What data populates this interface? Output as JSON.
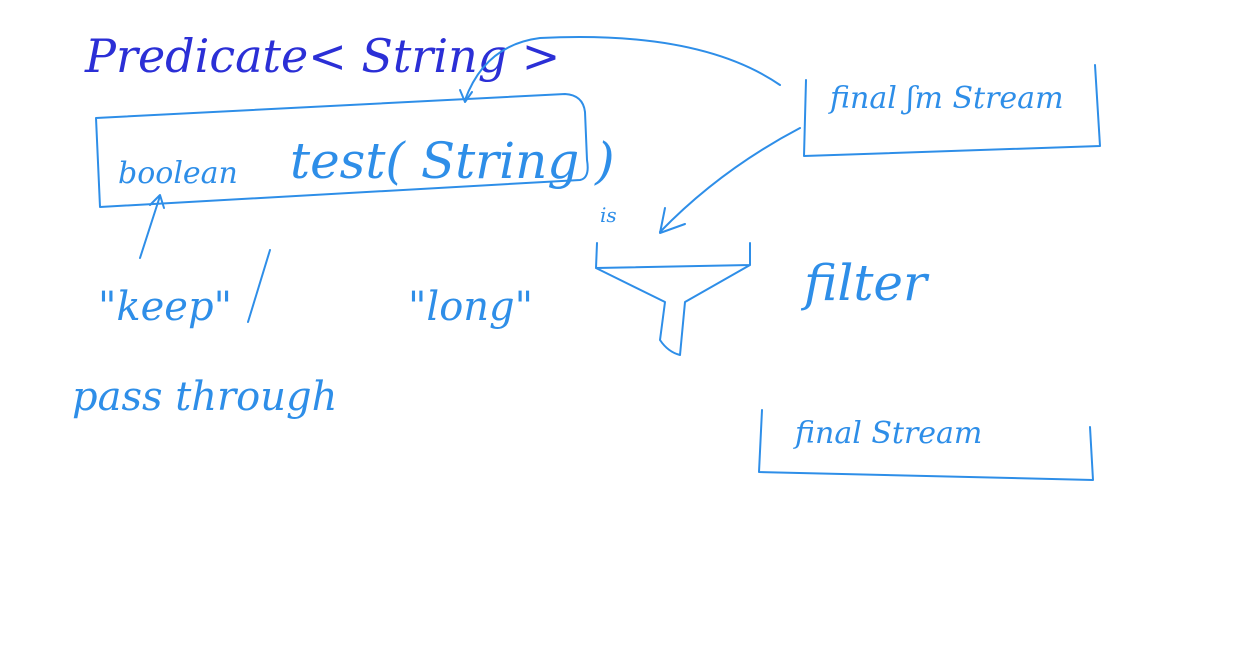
{
  "whiteboard": {
    "title": "Predicate< String >",
    "method": {
      "return_type": "boolean",
      "signature": "test( String )"
    },
    "annotations": {
      "keep": "\"keep\"",
      "pass_through": "pass through",
      "long": "\"long\"",
      "filter": "filter",
      "is": "is"
    },
    "streams": {
      "input": "final ʃm Stream",
      "output": "final Stream"
    },
    "colors": {
      "ink_blue": "#2e8ee8",
      "ink_dark": "#2b2fd6",
      "background": "#ffffff"
    }
  }
}
